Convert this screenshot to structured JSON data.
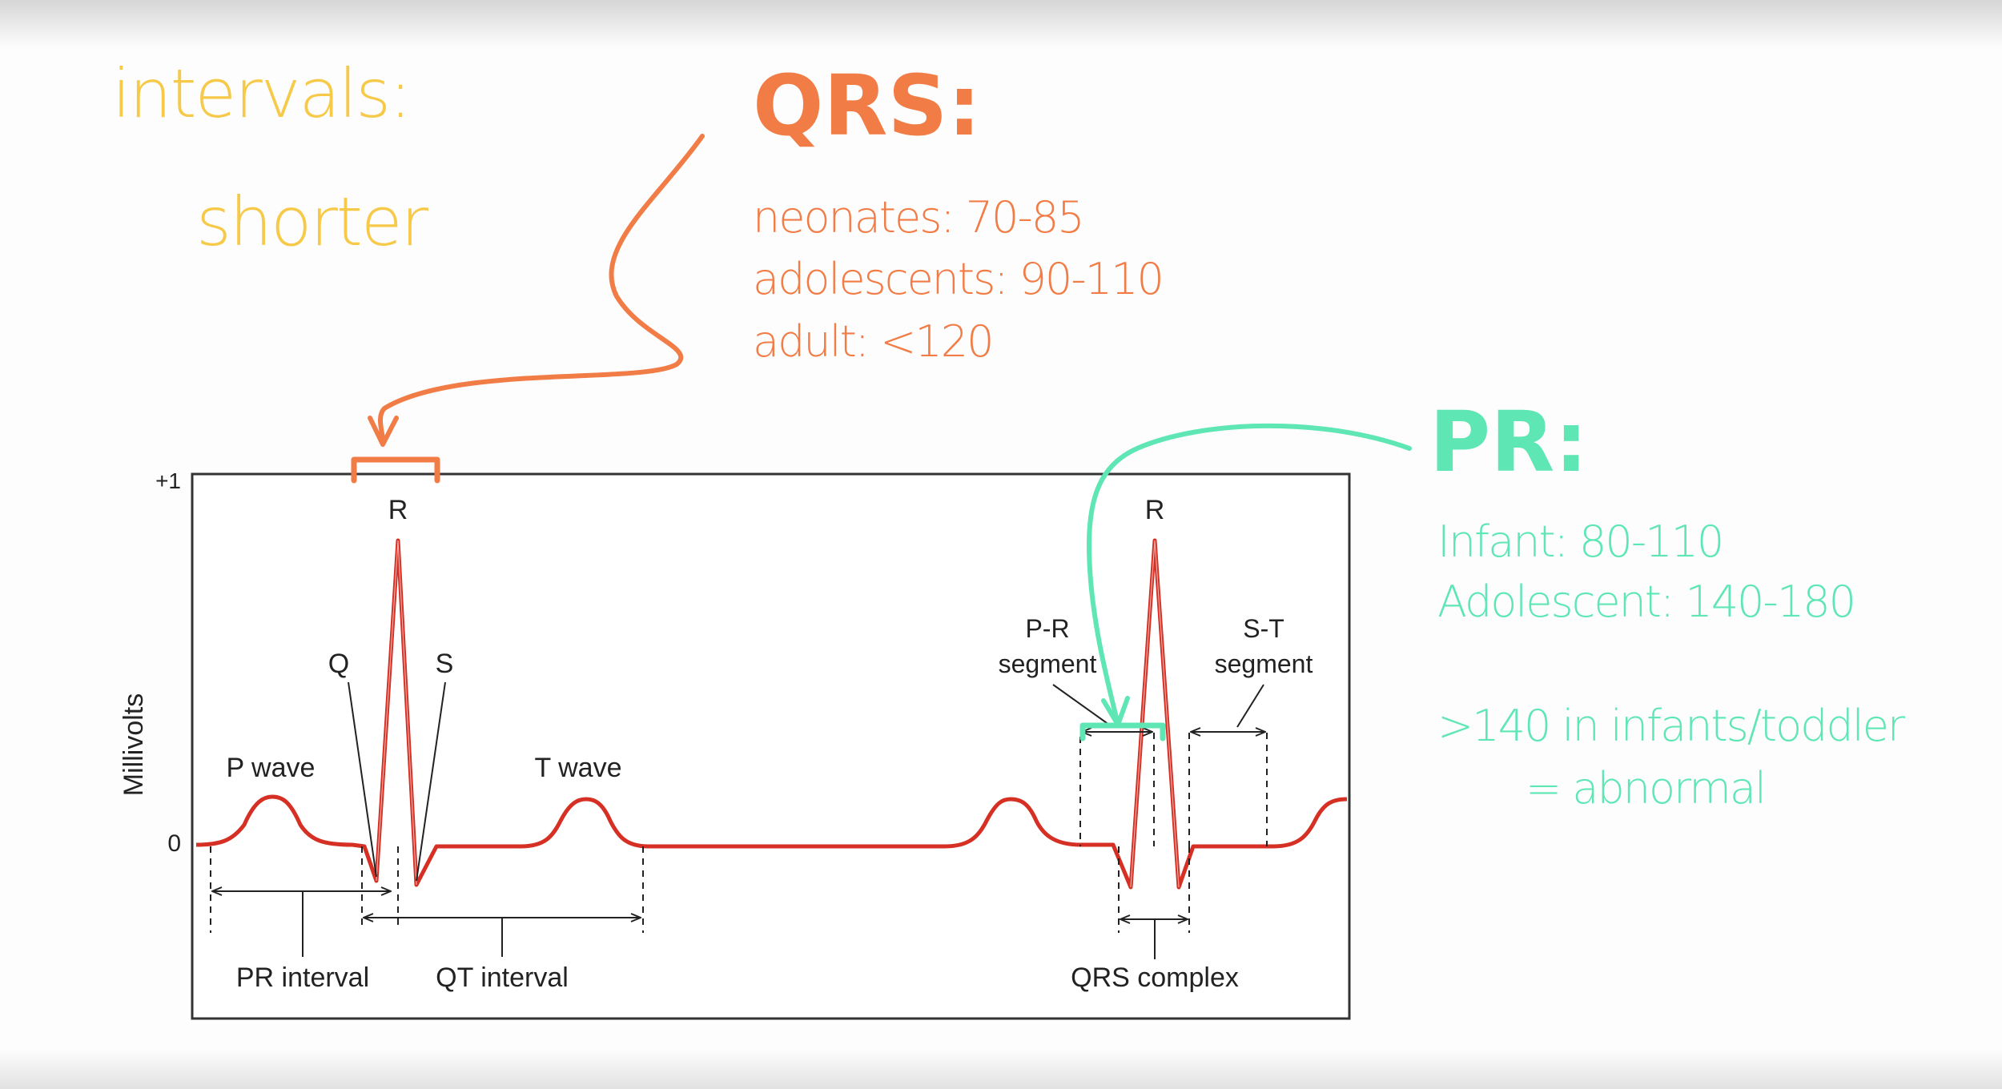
{
  "colors": {
    "yellow": "#f7c948",
    "orange": "#f27c46",
    "green": "#5ee6b5",
    "trace": "#d62f23",
    "axis": "#222222"
  },
  "notes": {
    "intervals": {
      "line1": "intervals:",
      "line2": "shorter"
    },
    "qrs": {
      "title": "QRS:",
      "lines": [
        "neonates:   70-85",
        "adolescents: 90-110",
        "adult:  <120"
      ]
    },
    "pr": {
      "title": "PR:",
      "lines": [
        "Infant:   80-110",
        "Adolescent: 140-180"
      ],
      "warning": [
        ">140 in infants/toddler",
        "= abnormal"
      ]
    }
  },
  "ecg": {
    "y_axis_label": "Millivolts",
    "ticks": {
      "top": "+1",
      "zero": "0"
    },
    "labels": {
      "r1": "R",
      "r2": "R",
      "q": "Q",
      "s": "S",
      "p_wave": "P wave",
      "t_wave": "T wave",
      "pr_segment_1": "P-R",
      "pr_segment_2": "segment",
      "st_segment_1": "S-T",
      "st_segment_2": "segment",
      "pr_interval": "PR interval",
      "qt_interval": "QT interval",
      "qrs_complex": "QRS complex"
    }
  }
}
